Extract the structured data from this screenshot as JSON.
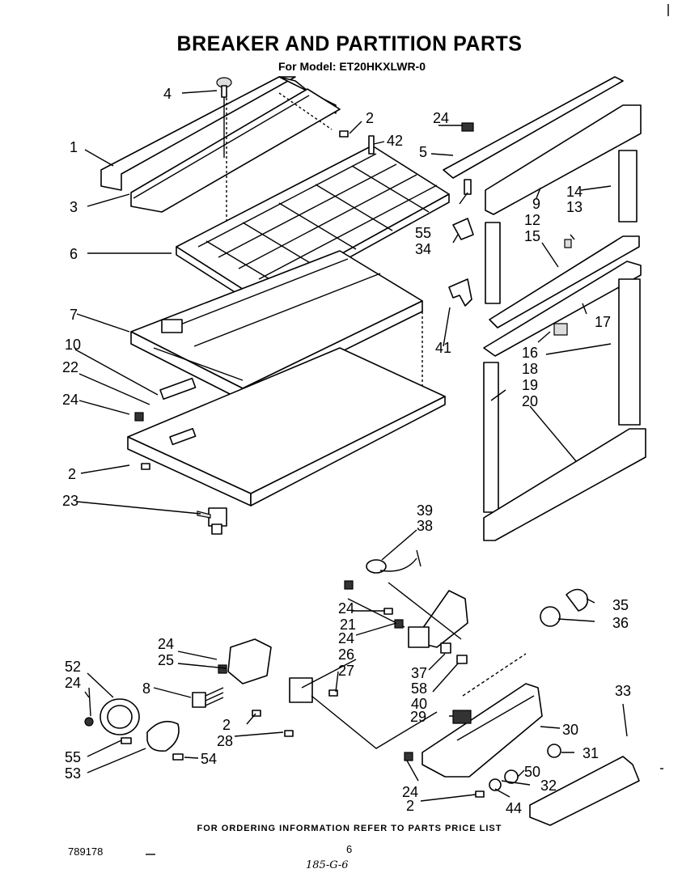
{
  "header": {
    "title": "BREAKER AND PARTITION PARTS",
    "subtitle": "For Model: ET20HKXLWR-0"
  },
  "footer": {
    "ordering_note": "FOR ORDERING INFORMATION REFER TO PARTS PRICE LIST",
    "doc_number": "789178",
    "page_number": "6",
    "handwritten_note": "185-G-6"
  },
  "callouts": [
    {
      "label": "1"
    },
    {
      "label": "2"
    },
    {
      "label": "3"
    },
    {
      "label": "4"
    },
    {
      "label": "5"
    },
    {
      "label": "6"
    },
    {
      "label": "7"
    },
    {
      "label": "8"
    },
    {
      "label": "9"
    },
    {
      "label": "10"
    },
    {
      "label": "12"
    },
    {
      "label": "13"
    },
    {
      "label": "14"
    },
    {
      "label": "15"
    },
    {
      "label": "16"
    },
    {
      "label": "17"
    },
    {
      "label": "18"
    },
    {
      "label": "19"
    },
    {
      "label": "20"
    },
    {
      "label": "21"
    },
    {
      "label": "22"
    },
    {
      "label": "23"
    },
    {
      "label": "24"
    },
    {
      "label": "25"
    },
    {
      "label": "26"
    },
    {
      "label": "27"
    },
    {
      "label": "28"
    },
    {
      "label": "29"
    },
    {
      "label": "30"
    },
    {
      "label": "31"
    },
    {
      "label": "32"
    },
    {
      "label": "33"
    },
    {
      "label": "34"
    },
    {
      "label": "35"
    },
    {
      "label": "36"
    },
    {
      "label": "37"
    },
    {
      "label": "38"
    },
    {
      "label": "39"
    },
    {
      "label": "40"
    },
    {
      "label": "41"
    },
    {
      "label": "42"
    },
    {
      "label": "44"
    },
    {
      "label": "50"
    },
    {
      "label": "52"
    },
    {
      "label": "53"
    },
    {
      "label": "54"
    },
    {
      "label": "55"
    },
    {
      "label": "58"
    }
  ]
}
